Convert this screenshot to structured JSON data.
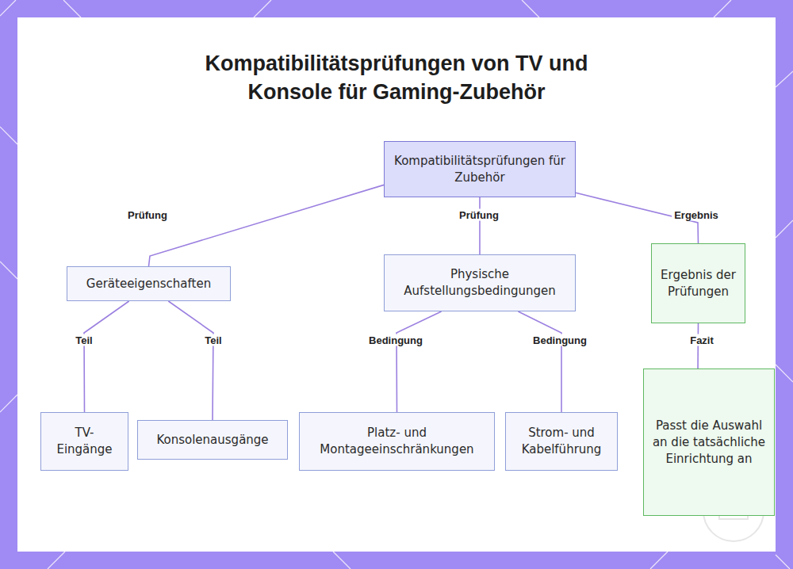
{
  "diagram": {
    "title": "Kompatibilitätsprüfungen von TV und Konsole für Gaming-Zubehör",
    "nodes": [
      {
        "text": [
          "Kompatibilitätsprüfungen für Zubehör"
        ]
      },
      {
        "text": [
          "Geräteeigenschaften"
        ]
      },
      {
        "text": [
          "Physische Aufstellungsbedingungen"
        ]
      },
      {
        "text": [
          "Ergebnis der Prüfungen"
        ]
      },
      {
        "text": [
          "TV-Eingänge"
        ]
      },
      {
        "text": [
          "Konsolenausgänge"
        ]
      },
      {
        "text": [
          "Platz- und Montageeinschränkungen"
        ]
      },
      {
        "text": [
          "Strom- und Kabelführung"
        ]
      },
      {
        "text": [
          "Passt die Auswahl an die tatsächliche Einrichtung an"
        ]
      }
    ],
    "edges": [
      {
        "from": 0,
        "to": 1,
        "label": "Prüfung",
        "arrow": "none"
      },
      {
        "from": 0,
        "to": 2,
        "label": "Prüfung",
        "arrow": "none"
      },
      {
        "from": 0,
        "to": 3,
        "label": "Ergebnis",
        "arrow": "none"
      },
      {
        "from": 1,
        "to": 4,
        "label": "Teil",
        "arrow": "none"
      },
      {
        "from": 1,
        "to": 5,
        "label": "Teil",
        "arrow": "none"
      },
      {
        "from": 2,
        "to": 6,
        "label": "Bedingung",
        "arrow": "none"
      },
      {
        "from": 2,
        "to": 7,
        "label": "Bedingung",
        "arrow": "none"
      },
      {
        "from": 3,
        "to": 8,
        "label": "Fazit",
        "arrow": "none"
      }
    ]
  }
}
